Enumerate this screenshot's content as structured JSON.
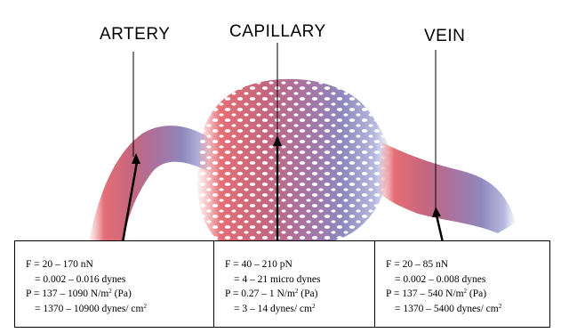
{
  "labels": {
    "artery": "ARTERY",
    "capillary": "CAPILLARY",
    "vein": "VEIN"
  },
  "colors": {
    "artery": "#e06a70",
    "capillary": "#b77a9e",
    "vein": "#8f93c6"
  },
  "boxes": {
    "artery": {
      "force": "F = 20 – 170 nN",
      "force_dynes": "= 0.002 – 0.016 dynes",
      "pressure_prefix": "P = 137 – 1090 N/m",
      "pressure_exp": "2",
      "pressure_unit": " (Pa)",
      "pressure_dynes_prefix": "= 1370 – 10900 dynes/ cm",
      "pressure_dynes_exp": "2"
    },
    "capillary": {
      "force": "F = 40 – 210 pN",
      "force_dynes": "= 4 – 21 micro dynes",
      "pressure_prefix": "P = 0.27 – 1 N/m",
      "pressure_exp": "2",
      "pressure_unit": " (Pa)",
      "pressure_dynes_prefix": "= 3 – 14 dynes/ cm",
      "pressure_dynes_exp": "2"
    },
    "vein": {
      "force": "F = 20 – 85 nN",
      "force_dynes": "= 0.002 – 0.008 dynes",
      "pressure_prefix": "P = 137 – 540 N/m",
      "pressure_exp": "2",
      "pressure_unit": " (Pa)",
      "pressure_dynes_prefix": "= 1370 – 5400 dynes/ cm",
      "pressure_dynes_exp": "2"
    }
  }
}
